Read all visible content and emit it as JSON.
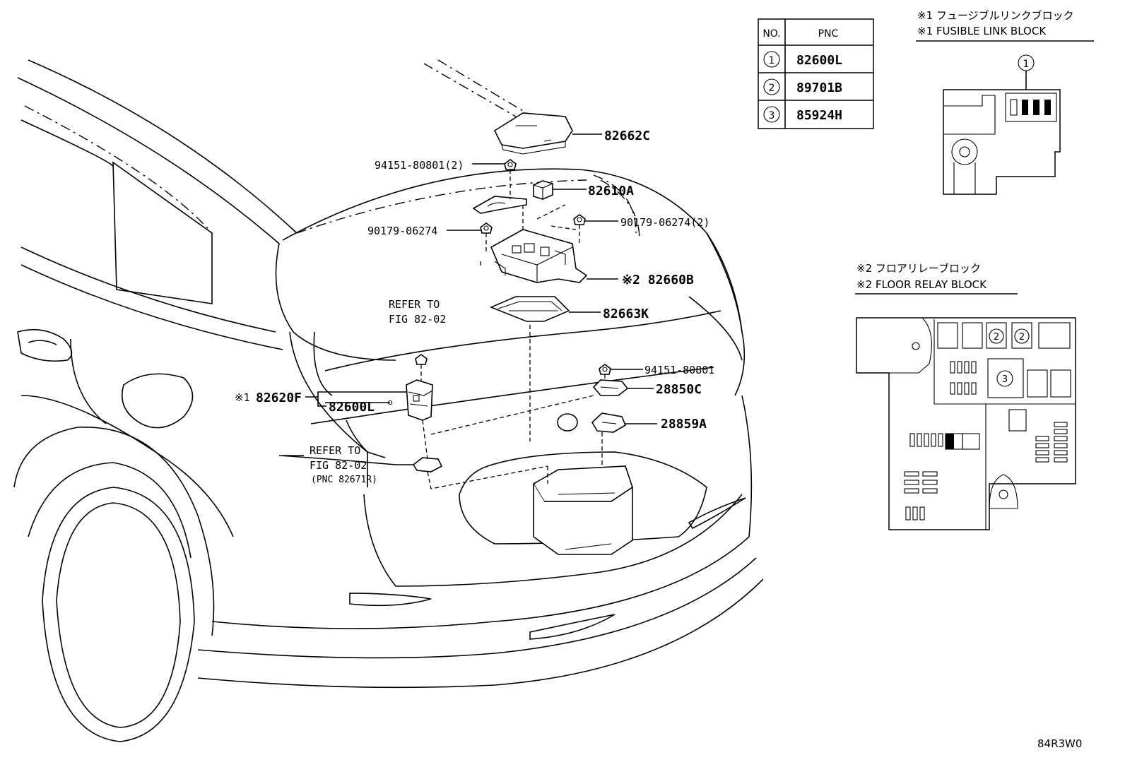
{
  "callouts": {
    "p82662C": "82662C",
    "p94151_2": "94151-80801(2)",
    "p82610A": "82610A",
    "p90179_left": "90179-06274",
    "p90179_right": "90179-06274(2)",
    "p82660B": "※2 82660B",
    "p82663K": "82663K",
    "refer1_line1": "REFER TO",
    "refer1_line2": "FIG 82-02",
    "p94151": "94151-80801",
    "p28850C": "28850C",
    "p28859A": "28859A",
    "p82620F": "82620F",
    "p82620F_mark": "※1",
    "p82600L": "82600L",
    "refer2_line1": "REFER TO",
    "refer2_line2": "FIG 82-02",
    "refer2_line3": "(PNC 82671R)"
  },
  "pnc_table": {
    "header_no": "NO.",
    "header_pnc": "PNC",
    "rows": [
      {
        "no": "1",
        "pnc": "82600L"
      },
      {
        "no": "2",
        "pnc": "89701B"
      },
      {
        "no": "3",
        "pnc": "85924H"
      }
    ]
  },
  "fusible_block": {
    "title_jp": "※1 フュージブルリンクブロック",
    "title_en": "※1 FUSIBLE LINK BLOCK",
    "marker": "1"
  },
  "relay_block": {
    "title_jp": "※2 フロアリレーブロック",
    "title_en": "※2 FLOOR RELAY BLOCK",
    "marker_a": "2",
    "marker_b": "2",
    "marker_c": "3"
  },
  "figure_id": "84R3W0"
}
